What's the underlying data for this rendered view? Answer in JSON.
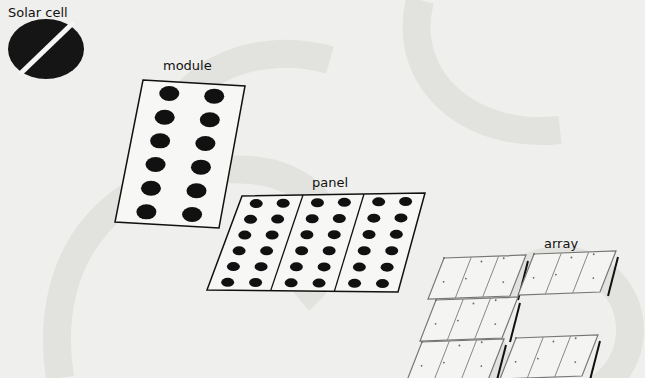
{
  "diagram": {
    "labels": [
      "Solar cell",
      "module",
      "panel",
      "array"
    ]
  }
}
